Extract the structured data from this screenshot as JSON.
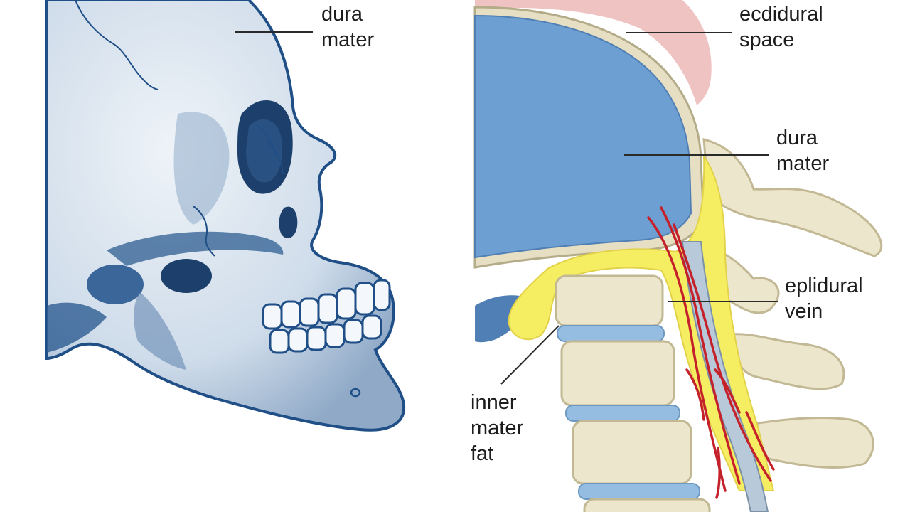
{
  "left_panel": {
    "labels": {
      "dura_mater_line1": "dura",
      "dura_mater_line2": "mater"
    }
  },
  "right_panel": {
    "labels": {
      "epidural_space_line1": "ecdidural",
      "epidural_space_line2": "space",
      "dura_mater_line1": "dura",
      "dura_mater_line2": "mater",
      "epidural_vein_line1": "eplidural",
      "epidural_vein_line2": "vein",
      "inner_fat_line1": "inner",
      "inner_fat_line2": "mater",
      "inner_fat_line3": "fat"
    }
  },
  "colors": {
    "skull_fill": "#d6e2ee",
    "skull_outline": "#1f4f86",
    "skull_shadow": "#2e5d92",
    "brain_blue": "#6e9fd2",
    "bone": "#ece6cd",
    "bone_outline": "#c2b894",
    "fat_yellow": "#f6ee62",
    "vein_red": "#c4212b",
    "skin_pink": "#efc3c2",
    "disc_blue": "#95bde2",
    "leader_line": "#2a2a2a"
  }
}
